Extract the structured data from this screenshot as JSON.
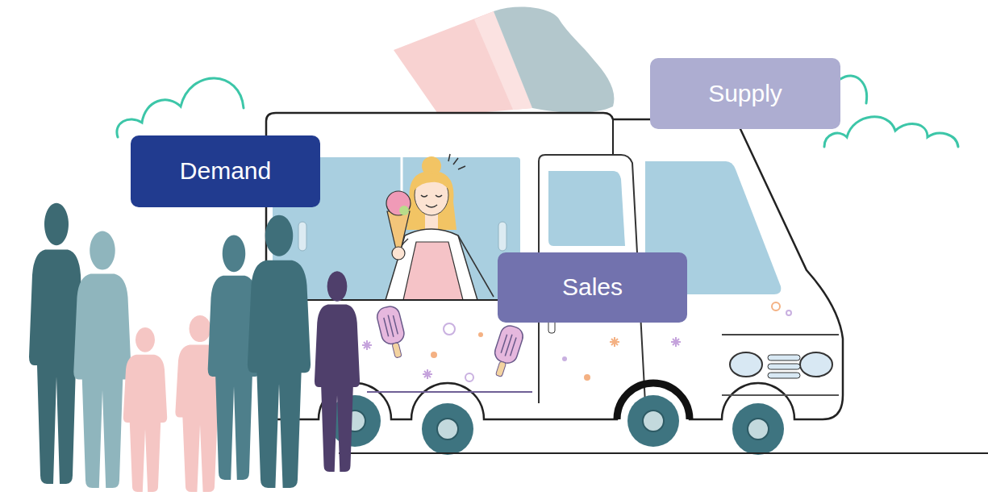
{
  "diagram": {
    "nodes": [
      {
        "text": [
          "Supply"
        ]
      },
      {
        "text": [
          "Demand"
        ]
      },
      {
        "text": [
          "Sales"
        ]
      }
    ]
  }
}
